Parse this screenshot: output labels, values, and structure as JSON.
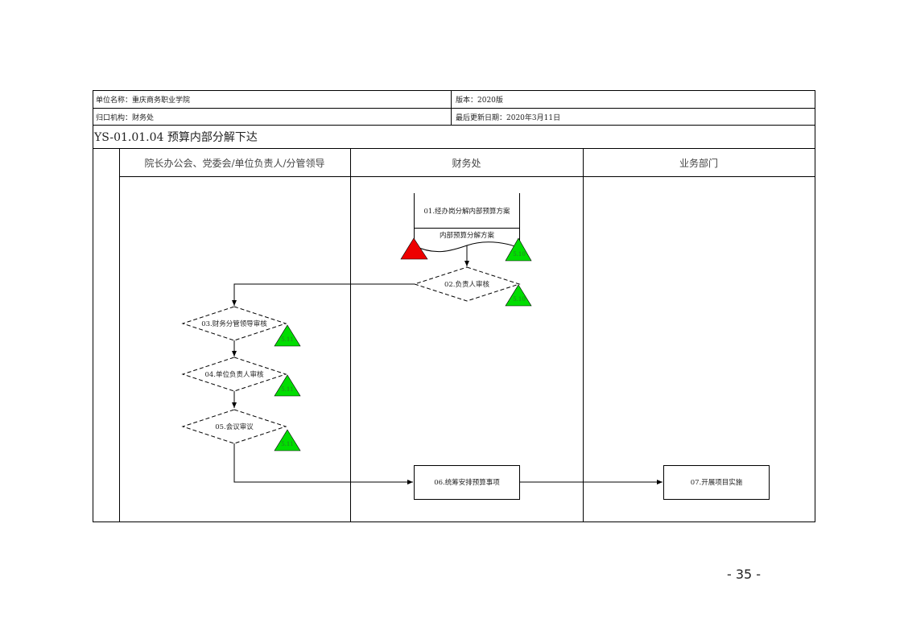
{
  "header": {
    "unit_name": "单位名称：重庆商务职业学院",
    "version": "版本：2020版",
    "department": "归口机构：财务处",
    "last_updated": "最后更新日期：2020年3月11日",
    "process_title": "YS-01.01.04 预算内部分解下达"
  },
  "lanes": [
    {
      "label": "院长办公会、党委会/单位负责人/分管领导"
    },
    {
      "label": "财务处"
    },
    {
      "label": "业务部门"
    }
  ],
  "steps": {
    "s01": "01.经办岗分解内部预算方案",
    "doc": "内部预算分解方案",
    "s02": "02.负责人审核",
    "s03": "03.财务分管领导审核",
    "s04": "04.单位负责人审核",
    "s05": "05.会议审议",
    "s06": "06.统筹安排预算事项",
    "s07": "07.开展项目实施"
  },
  "risk_markers": {
    "m01": "5.10",
    "m02": "5.10",
    "m03": "5.11",
    "m04": "5.11",
    "m05": "5.11"
  },
  "colors": {
    "risk_red": "#ee0000",
    "control_green": "#00dd00"
  },
  "footer": {
    "page_number": "- 35 -"
  }
}
